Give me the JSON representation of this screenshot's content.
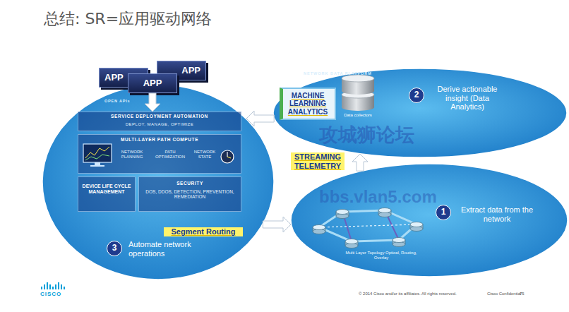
{
  "diagram": {
    "title": "总结: SR=应用驱动网络",
    "nodes": [
      {
        "text": [
          "APP"
        ]
      },
      {
        "text": [
          "APP"
        ]
      },
      {
        "text": [
          "APP"
        ]
      },
      {
        "text": [
          "Automate network operations"
        ]
      },
      {
        "text": [
          "SERVICE DEPLOYMENT AUTOMATION",
          "DEPLOY, MANAGE, OPTIMIZE"
        ],
        "in": 3
      },
      {
        "text": [
          "MULTI-LAYER PATH COMPUTE",
          "NETWORK PLANNING",
          "PATH OPTIMIZATION",
          "NETWORK STATE"
        ],
        "in": 3
      },
      {
        "text": [
          "DEVICE LIFE CYCLE MANAGEMENT"
        ],
        "in": 3
      },
      {
        "text": [
          "SECURITY",
          "DOS, DDOS, DETECTION, PREVENTION, REMEDIATION"
        ],
        "in": 3
      },
      {
        "text": [
          "3"
        ],
        "in": 3
      },
      {
        "text": [
          "NETWORK DATA PLATFORM",
          "Derive actionable insight (Data Analytics)"
        ]
      },
      {
        "text": [
          "MACHINE LEARNING ANALYTICS"
        ],
        "in": 9
      },
      {
        "text": [
          "Data collectors"
        ],
        "in": 9
      },
      {
        "text": [
          "2"
        ],
        "in": 9
      },
      {
        "text": [
          "Extract data from the network",
          "Multi Layer Topology Optical, Routing, Overlay"
        ]
      },
      {
        "text": [
          "1"
        ],
        "in": 13
      }
    ],
    "edges": [
      {
        "from": 2,
        "to": 4,
        "arrow": "to"
      },
      {
        "from": 9,
        "to": 3,
        "arrow": "to"
      },
      {
        "from": 13,
        "to": 9,
        "arrow": "to",
        "label": "STREAMING TELEMETRY"
      },
      {
        "from": 3,
        "to": 13,
        "arrow": "to",
        "label": "Segment Routing"
      }
    ],
    "labels": [
      "OPEN APIs",
      "攻城狮论坛",
      "bbs.vlan5.com",
      "CISCO",
      "© 2014 Cisco and/or its affiliates. All rights reserved.",
      "Cisco Confidential",
      "75"
    ]
  }
}
